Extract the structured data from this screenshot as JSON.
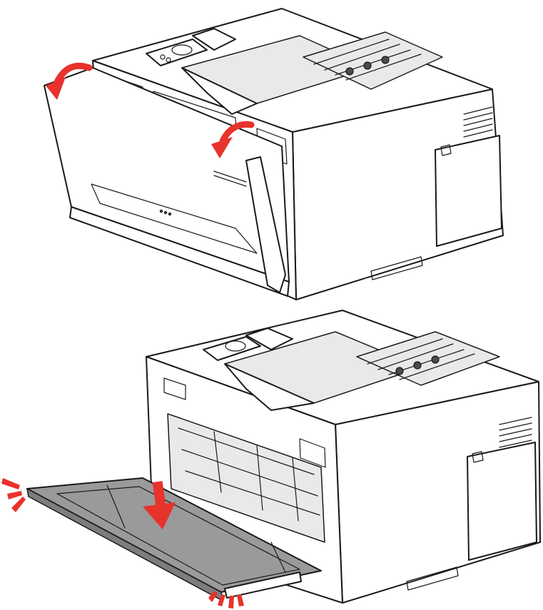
{
  "figure": {
    "steps": [
      {
        "id": "open-front-cover",
        "arrows": [
          "curved-arrow-left",
          "curved-arrow-down"
        ]
      },
      {
        "id": "lower-front-cover",
        "arrows": [
          "straight-arrow-down"
        ],
        "highlights": [
          "pull-indicator-left",
          "pull-indicator-bottom"
        ]
      }
    ]
  },
  "colors": {
    "arrow": "#e8322c",
    "line": "#1a1a1a",
    "cover_shade": "#9a9a9a",
    "paper": "#ffffff"
  }
}
